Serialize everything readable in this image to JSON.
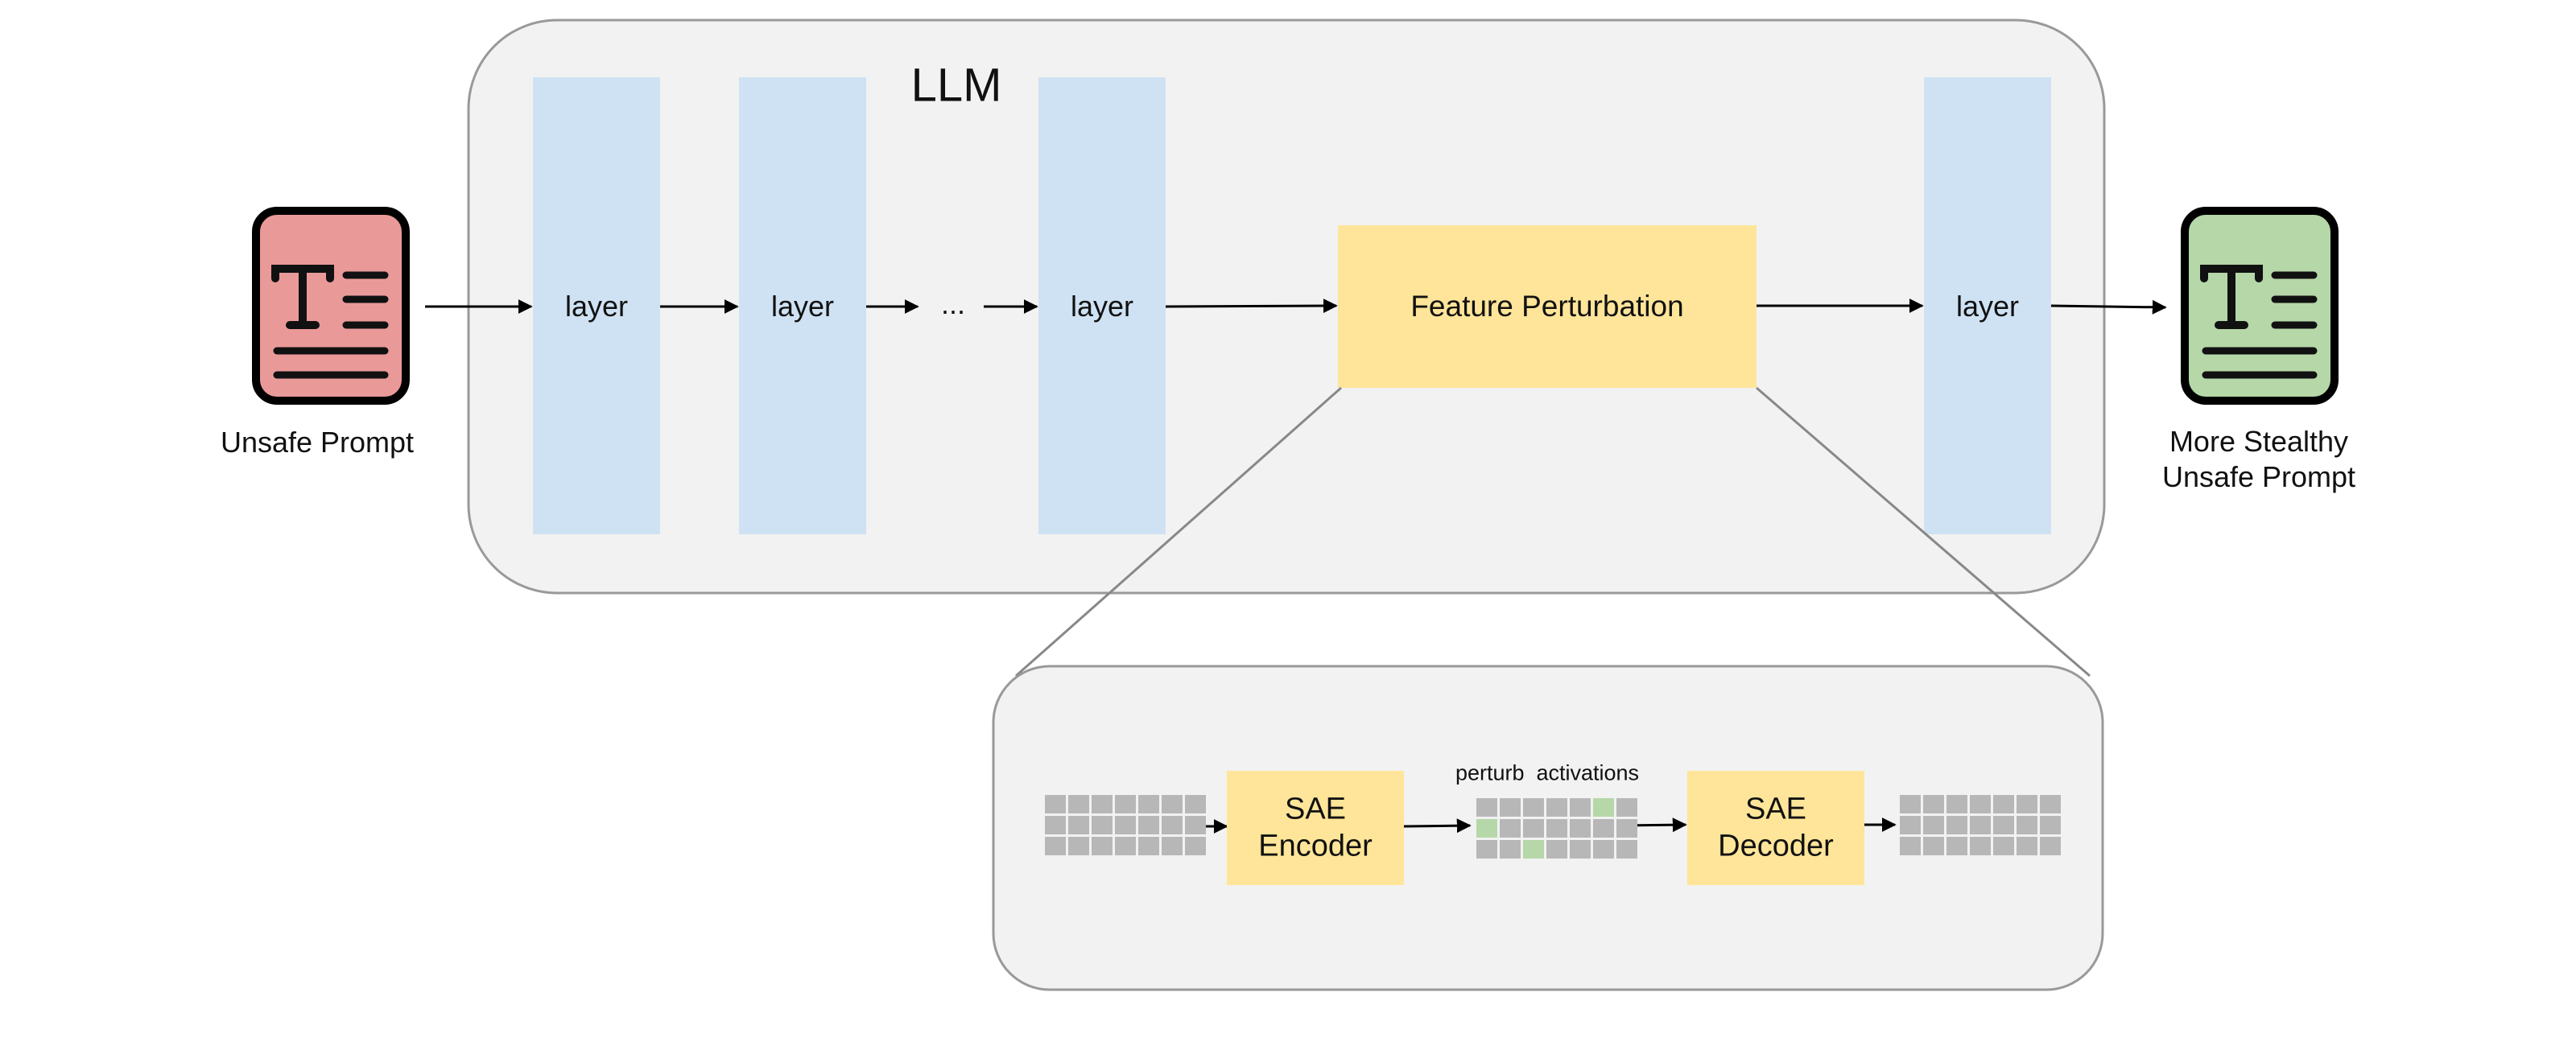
{
  "llm": {
    "title": "LLM"
  },
  "layers": [
    "layer",
    "layer",
    "layer",
    "layer"
  ],
  "ellipsis": "...",
  "feature_box": {
    "label": "Feature Perturbation"
  },
  "input_doc": {
    "label": "Unsafe Prompt",
    "icon": "text-document-icon",
    "color": "#ea9999"
  },
  "output_doc": {
    "label": "More Stealthy\nUnsafe Prompt",
    "icon": "text-document-icon",
    "color": "#b6d7a8"
  },
  "zoom": {
    "encoder_label": "SAE\nEncoder",
    "decoder_label": "SAE\nDecoder",
    "perturb_label": "perturb  activations"
  },
  "colors": {
    "panel": "#f2f2f2",
    "panel_border": "#999999",
    "layer": "#cfe2f3",
    "feature": "#ffe599",
    "cell": "#b7b7b7",
    "cell_highlight": "#b6d7a8"
  }
}
